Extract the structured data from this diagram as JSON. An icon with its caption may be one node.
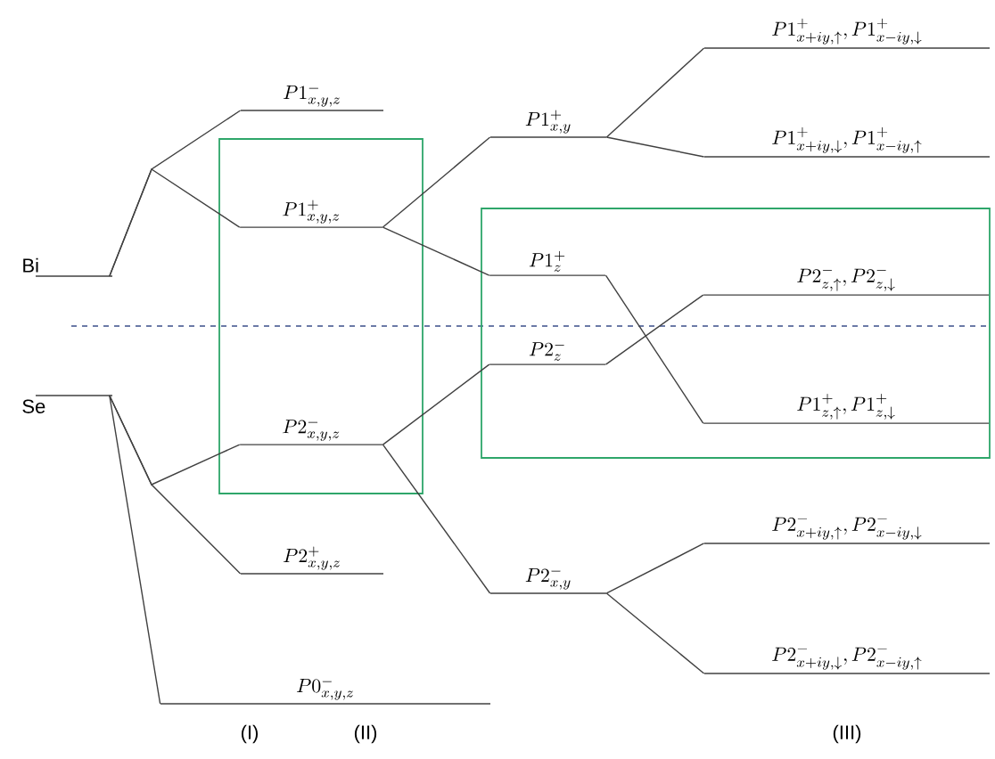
{
  "diagram": {
    "nodes": [
      {
        "text": [
          "Bi"
        ]
      },
      {
        "text": [
          "P1^{-}_{x,y,z}"
        ]
      },
      {
        "text": [],
        "shape": "box"
      },
      {
        "text": [
          "P1^{+}_{x,y,z}"
        ],
        "in": 2
      },
      {
        "text": [
          "P1^{+}_{x,y}"
        ]
      },
      {
        "text": [
          "P1^{+}_{x+iy,\\uparrow}, P1^{+}_{x-iy,\\downarrow}"
        ]
      },
      {
        "text": [
          "P1^{+}_{x+iy,\\downarrow}, P1^{+}_{x-iy,\\uparrow}"
        ]
      },
      {
        "text": [],
        "shape": "box"
      },
      {
        "text": [
          "P1^{+}_{z}"
        ],
        "in": 7
      },
      {
        "text": [
          "P2^{-}_{z}"
        ],
        "in": 7
      },
      {
        "text": [
          "P2^{-}_{z,\\uparrow}, P2^{-}_{z,\\downarrow}"
        ],
        "in": 7
      },
      {
        "text": [
          "P1^{+}_{z,\\uparrow}, P1^{+}_{z,\\downarrow}"
        ],
        "in": 7
      },
      {
        "text": [
          "Se"
        ]
      },
      {
        "text": [
          "P2^{-}_{x,y,z}"
        ],
        "in": 2
      },
      {
        "text": [
          "P2^{+}_{x,y,z}"
        ]
      },
      {
        "text": [
          "P2^{-}_{x,y}"
        ]
      },
      {
        "text": [
          "P2^{-}_{x+iy,\\uparrow}, P2^{-}_{x-iy,\\downarrow}"
        ]
      },
      {
        "text": [
          "P2^{-}_{x+iy,\\downarrow}, P2^{-}_{x-iy,\\uparrow}"
        ]
      },
      {
        "text": [
          "P0^{-}_{x,y,z}"
        ]
      }
    ],
    "edges": [
      {
        "from": 0,
        "to": 1,
        "arrow": "none"
      },
      {
        "from": 0,
        "to": 3,
        "arrow": "none"
      },
      {
        "from": 3,
        "to": 4,
        "arrow": "none"
      },
      {
        "from": 3,
        "to": 8,
        "arrow": "none"
      },
      {
        "from": 4,
        "to": 5,
        "arrow": "none"
      },
      {
        "from": 4,
        "to": 6,
        "arrow": "none"
      },
      {
        "from": 8,
        "to": 11,
        "arrow": "none"
      },
      {
        "from": 9,
        "to": 10,
        "arrow": "none"
      },
      {
        "from": 12,
        "to": 13,
        "arrow": "none"
      },
      {
        "from": 12,
        "to": 14,
        "arrow": "none"
      },
      {
        "from": 12,
        "to": 18,
        "arrow": "none"
      },
      {
        "from": 13,
        "to": 9,
        "arrow": "none"
      },
      {
        "from": 13,
        "to": 15,
        "arrow": "none"
      },
      {
        "from": 15,
        "to": 16,
        "arrow": "none"
      },
      {
        "from": 15,
        "to": 17,
        "arrow": "none"
      }
    ],
    "labels": [
      "(I)",
      "(II)",
      "(III)"
    ]
  }
}
